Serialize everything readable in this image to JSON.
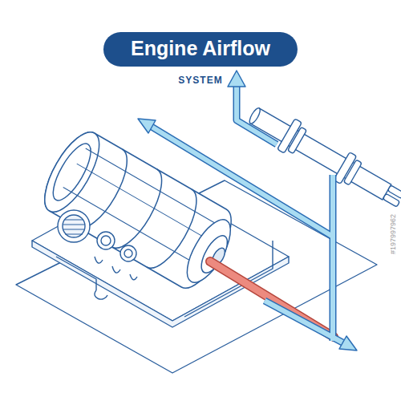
{
  "diagram": {
    "title": "Engine Airflow",
    "labels": [
      "SYSTEM",
      "#197997962"
    ]
  }
}
